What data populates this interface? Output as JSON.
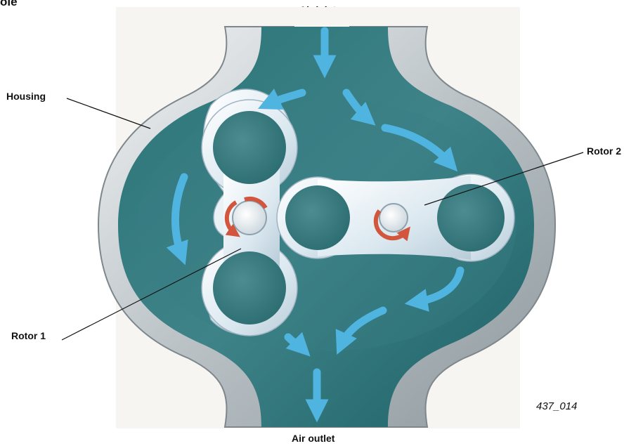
{
  "corner_text": "ole",
  "labels": {
    "air_inlet": "Air inlet",
    "housing": "Housing",
    "rotor_2": "Rotor 2",
    "rotor_1": "Rotor 1",
    "air_outlet": "Air outlet",
    "figure_code": "437_014"
  },
  "colors": {
    "air_chamber": "#1f6b6e",
    "air_chamber_light": "#3a7f84",
    "housing_metal": "#c9cfd2",
    "rotor_metal": "#e4eef4",
    "flow_arrow": "#4fb4e0",
    "rotation_arrow": "#d2553e"
  }
}
